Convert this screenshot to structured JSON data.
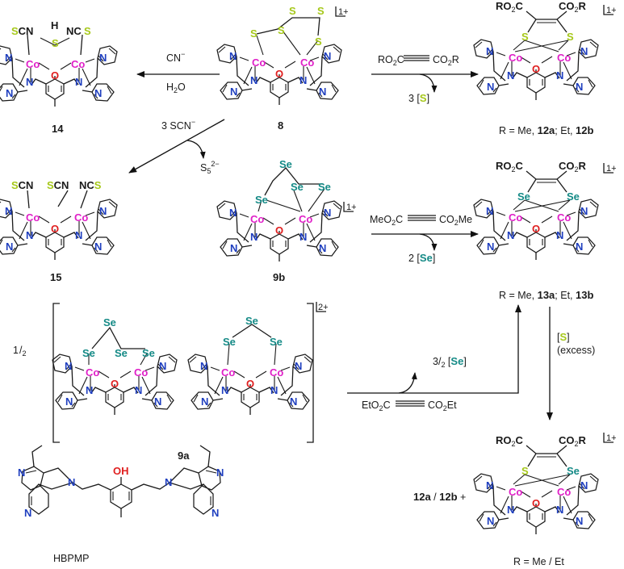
{
  "complexes": {
    "c14": {
      "id": "14",
      "bridge_atom": "S",
      "bridge_h": "H",
      "left_ligand": [
        "S",
        "CN"
      ],
      "right_ligand": [
        "NC",
        "S"
      ],
      "charge": ""
    },
    "c8": {
      "id": "8",
      "chain": [
        "S",
        "S",
        "S",
        "S",
        "S"
      ],
      "charge": "1+"
    },
    "c12": {
      "id_line": [
        "R = Me, ",
        "12a",
        "; Et, ",
        "12b"
      ],
      "ester_left": [
        "RO",
        "2",
        "C"
      ],
      "ester_right": [
        "CO",
        "2",
        "R"
      ],
      "donors": [
        "S",
        "S"
      ],
      "charge": "1+"
    },
    "c15": {
      "id": "15",
      "ligands": [
        [
          "S",
          "CN"
        ],
        [
          "S",
          "CN"
        ],
        [
          "NC",
          "S"
        ]
      ],
      "charge": ""
    },
    "c9b": {
      "id": "9b",
      "chain": [
        "Se",
        "Se",
        "Se",
        "Se"
      ],
      "charge": "1+"
    },
    "c13": {
      "id_line": [
        "R = Me, ",
        "13a",
        "; Et, ",
        "13b"
      ],
      "ester_left": [
        "RO",
        "2",
        "C"
      ],
      "ester_right": [
        "CO",
        "2",
        "R"
      ],
      "donors": [
        "Se",
        "Se"
      ],
      "charge": "1+"
    },
    "c9a": {
      "id": "9a",
      "fraction": [
        "1",
        "2"
      ],
      "chain_left": [
        "Se",
        "Se",
        "Se",
        "Se"
      ],
      "chain_right": [
        "Se",
        "Se",
        "Se"
      ],
      "charge": "2+"
    },
    "cmix": {
      "id_line": "R = Me / Et",
      "ester_left": [
        "RO",
        "2",
        "C"
      ],
      "ester_right": [
        "CO",
        "2",
        "R"
      ],
      "donors": [
        "S",
        "Se"
      ],
      "charge": "1+",
      "prefix": [
        "12a",
        " / ",
        "12b",
        "  +"
      ]
    },
    "hbpmp": {
      "label": "HBPMP",
      "oh": "OH"
    }
  },
  "atoms": {
    "co": "Co",
    "o": "O",
    "n": "N"
  },
  "reactions": {
    "r1": {
      "reagent": [
        "RO",
        "2",
        "C",
        "CO",
        "2",
        "R"
      ],
      "byproduct": [
        "3 [",
        "S",
        "]"
      ]
    },
    "r2": {
      "reagent": [
        "CN",
        "−"
      ],
      "solvent": [
        "H",
        "2",
        "O"
      ]
    },
    "r3": {
      "reagent": [
        "3 SCN",
        "−"
      ],
      "byproduct": [
        "S",
        "5",
        "2−"
      ]
    },
    "r4": {
      "reagent": [
        "MeO",
        "2",
        "C",
        "CO",
        "2",
        "Me"
      ],
      "byproduct": [
        "2 [",
        "Se",
        "]"
      ]
    },
    "r5": {
      "reagent": [
        "EtO",
        "2",
        "C",
        "CO",
        "2",
        "Et"
      ],
      "byproduct": [
        "3",
        "2",
        " [",
        "Se",
        "]"
      ]
    },
    "r6": {
      "reagent": [
        "[",
        "S",
        "]"
      ],
      "note": "(excess)"
    }
  },
  "colors": {
    "cobalt": "#e020c8",
    "oxygen": "#e02020",
    "nitrogen": "#1f3fbf",
    "sulfur": "#a6c81a",
    "selenium": "#148a86"
  }
}
